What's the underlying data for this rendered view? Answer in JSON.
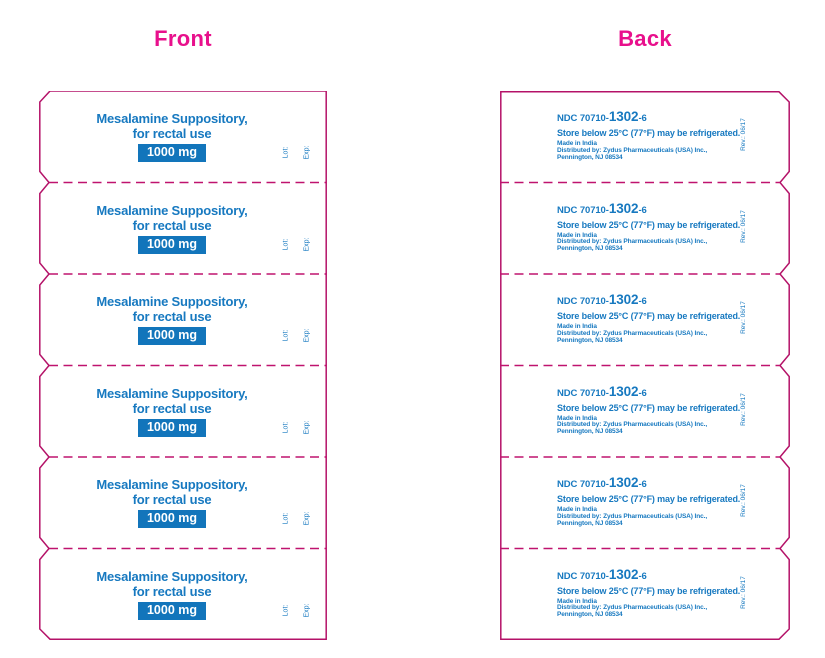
{
  "colors": {
    "background": "#ffffff",
    "magenta_outline": "#b41268",
    "magenta_heading": "#e8108c",
    "blue_text": "#1779c0",
    "badge_blue": "#1275bb",
    "badge_text": "#ffffff"
  },
  "front": {
    "heading": "Front",
    "panel_count": 6,
    "panel": {
      "title_line1": "Mesalamine Suppository,",
      "title_line2": "for rectal use",
      "strength": "1000 mg",
      "lot_label": "Lot:",
      "exp_label": "Exp:"
    }
  },
  "back": {
    "heading": "Back",
    "panel_count": 6,
    "panel": {
      "ndc_prefix": "NDC 70710-",
      "ndc_main": "1302",
      "ndc_suffix": "-6",
      "storage": "Store below 25°C (77°F) may be refrigerated.",
      "made_in": "Made in India",
      "distributor": "Distributed by: Zydus Pharmaceuticals (USA) Inc.,",
      "address": "Pennington, NJ 08534",
      "rev": "Rev.: 06/17"
    }
  }
}
